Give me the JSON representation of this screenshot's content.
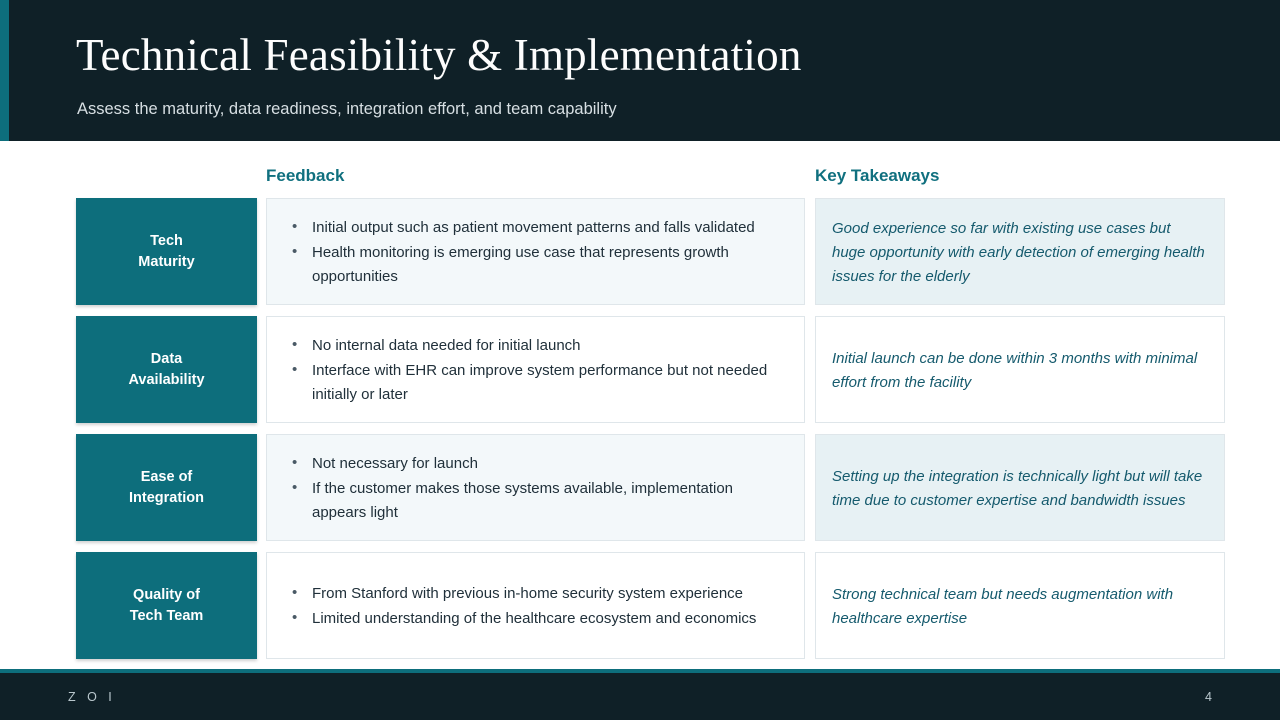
{
  "header": {
    "title": "Technical Feasibility & Implementation",
    "subtitle": "Assess the maturity, data readiness, integration effort, and team capability",
    "accent_color": "#0d6e7c",
    "background_color": "#0f2027"
  },
  "columns": {
    "feedback_label": "Feedback",
    "takeaways_label": "Key Takeaways",
    "header_color": "#10707f"
  },
  "rows": [
    {
      "category_line1": "Tech",
      "category_line2": "Maturity",
      "bullets": [
        "Initial output such as patient movement patterns and falls validated",
        "Health monitoring is emerging use case that represents growth opportunities"
      ],
      "takeaway": "Good experience so far with existing use cases but huge opportunity with early detection of emerging health issues for the elderly"
    },
    {
      "category_line1": "Data",
      "category_line2": "Availability",
      "bullets": [
        "No internal data needed for initial launch",
        "Interface with EHR can improve system performance but not needed initially or later"
      ],
      "takeaway": "Initial launch can be done within 3 months with minimal effort from the facility"
    },
    {
      "category_line1": "Ease of",
      "category_line2": "Integration",
      "bullets": [
        "Not necessary for launch",
        "If the customer makes those systems available, implementation appears light"
      ],
      "takeaway": "Setting up the integration is technically light but will take time due to customer expertise and bandwidth issues"
    },
    {
      "category_line1": "Quality of",
      "category_line2": "Tech Team",
      "bullets": [
        "From Stanford with previous in-home security system experience",
        "Limited understanding of the healthcare ecosystem and economics"
      ],
      "takeaway": "Strong technical team but needs augmentation with healthcare expertise"
    }
  ],
  "footer": {
    "brand": "Z O I",
    "page_number": "4"
  }
}
